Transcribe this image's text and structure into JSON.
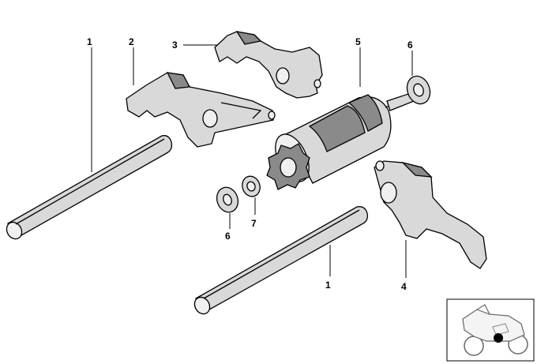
{
  "callouts": [
    {
      "id": "c1a",
      "text": "1"
    },
    {
      "id": "c2",
      "text": "2"
    },
    {
      "id": "c3",
      "text": "3"
    },
    {
      "id": "c5",
      "text": "5"
    },
    {
      "id": "c6a",
      "text": "6"
    },
    {
      "id": "c6b",
      "text": "6"
    },
    {
      "id": "c7",
      "text": "7"
    },
    {
      "id": "c1b",
      "text": "1"
    },
    {
      "id": "c4",
      "text": "4"
    }
  ],
  "colors": {
    "part_fill": "#d9d9d9",
    "part_shade": "#8a8a8a",
    "thumbnail_marker": "#000000"
  },
  "thumbnail": {
    "icon": "motorcycle-icon",
    "marker_icon": "location-dot-icon"
  }
}
